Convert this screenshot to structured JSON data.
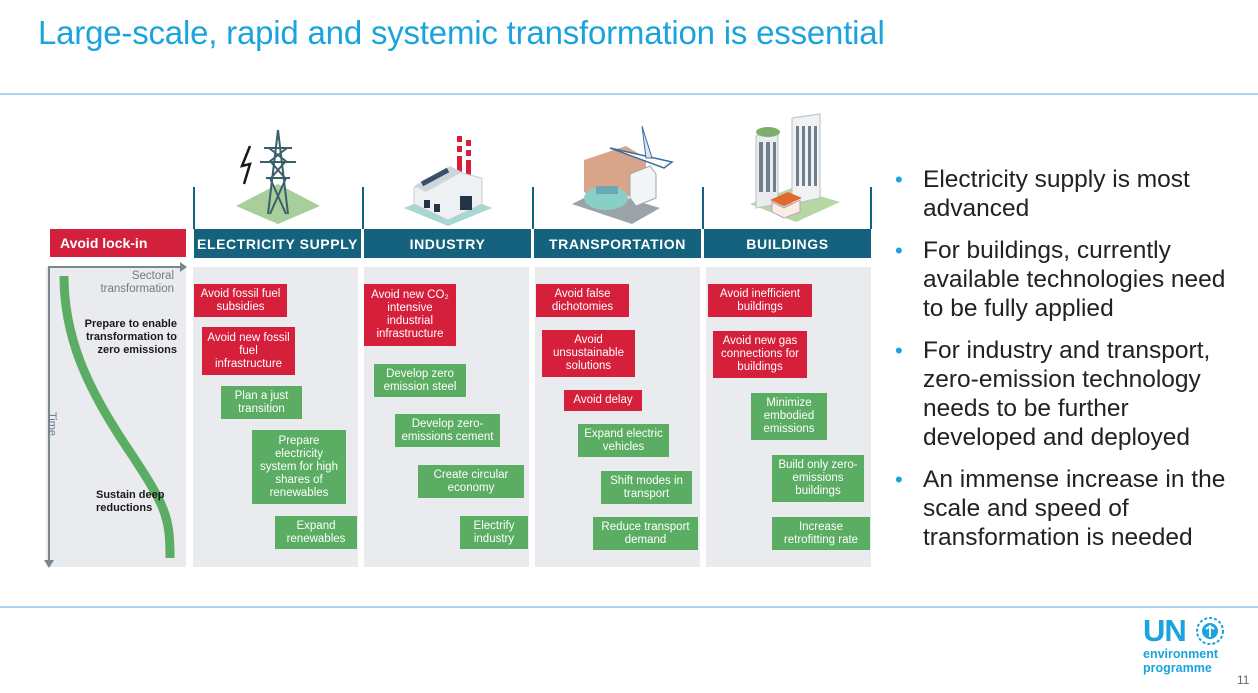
{
  "slide": {
    "title": "Large-scale, rapid and systemic transformation is essential",
    "page_number": "11"
  },
  "legend": {
    "avoid_lockin": "Avoid lock-in",
    "x_axis_label": "Sectoral transformation",
    "y_axis_label": "Time",
    "phase_1": "Prepare to enable transformation to zero emissions",
    "phase_2": "Sustain deep reductions"
  },
  "colors": {
    "title": "#1ba3dd",
    "header": "#14627e",
    "avoid": "#d51f3b",
    "action": "#5aad62",
    "panel": "#e9ebee"
  },
  "sectors": [
    {
      "name": "ELECTRICITY SUPPLY",
      "icon": "power-tower-icon",
      "items": [
        {
          "text": "Avoid fossil fuel subsidies",
          "type": "avoid"
        },
        {
          "text": "Avoid new fossil fuel infrastructure",
          "type": "avoid"
        },
        {
          "text": "Plan a just transition",
          "type": "action"
        },
        {
          "text": "Prepare electricity system for high shares of renewables",
          "type": "action"
        },
        {
          "text": "Expand renewables",
          "type": "action"
        }
      ]
    },
    {
      "name": "INDUSTRY",
      "icon": "factory-icon",
      "items": [
        {
          "text": "Avoid new CO₂ intensive industrial infrastructure",
          "type": "avoid"
        },
        {
          "text": "Develop zero emission steel",
          "type": "action"
        },
        {
          "text": "Develop zero-emissions cement",
          "type": "action"
        },
        {
          "text": "Create circular economy",
          "type": "action"
        },
        {
          "text": "Electrify industry",
          "type": "action"
        }
      ]
    },
    {
      "name": "TRANSPORTATION",
      "icon": "vehicles-icon",
      "items": [
        {
          "text": "Avoid false dichotomies",
          "type": "avoid"
        },
        {
          "text": "Avoid unsustainable solutions",
          "type": "avoid"
        },
        {
          "text": "Avoid delay",
          "type": "avoid"
        },
        {
          "text": "Expand electric vehicles",
          "type": "action"
        },
        {
          "text": "Shift modes in transport",
          "type": "action"
        },
        {
          "text": "Reduce transport demand",
          "type": "action"
        }
      ]
    },
    {
      "name": "BUILDINGS",
      "icon": "buildings-icon",
      "items": [
        {
          "text": "Avoid inefficient buildings",
          "type": "avoid"
        },
        {
          "text": "Avoid new gas connections for buildings",
          "type": "avoid"
        },
        {
          "text": "Minimize embodied emissions",
          "type": "action"
        },
        {
          "text": "Build only zero-emissions buildings",
          "type": "action"
        },
        {
          "text": "Increase retrofitting rate",
          "type": "action"
        }
      ]
    }
  ],
  "bullets": [
    "Electricity supply is most advanced",
    "For buildings, currently available technologies need to be fully applied",
    "For industry and transport, zero-emission technology needs to be further developed and deployed",
    "An immense increase in the scale and speed of transformation is needed"
  ],
  "logo": {
    "un": "UN",
    "line1": "environment",
    "line2": "programme"
  }
}
